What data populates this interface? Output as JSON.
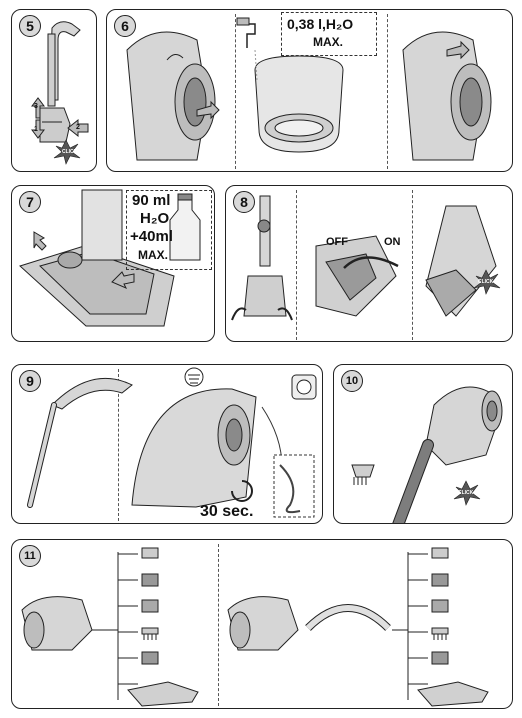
{
  "steps": {
    "s5": "5",
    "s6": "6",
    "s7": "7",
    "s8": "8",
    "s9": "9",
    "s10": "10",
    "s11": "11"
  },
  "panel6": {
    "water_amount": "0,38 l,H₂O",
    "max": "MAX."
  },
  "panel7": {
    "water": "90 ml",
    "h2o": "H₂O",
    "additive": "+40ml",
    "max": "MAX."
  },
  "panel8": {
    "off": "OFF",
    "on": "ON"
  },
  "panel9": {
    "time": "30 sec."
  },
  "callouts": {
    "click": "CLICK"
  },
  "colors": {
    "line": "#222222",
    "fill_light": "#d6d6d6",
    "fill_mid": "#b8b8b8",
    "fill_dark": "#8a8a8a"
  }
}
